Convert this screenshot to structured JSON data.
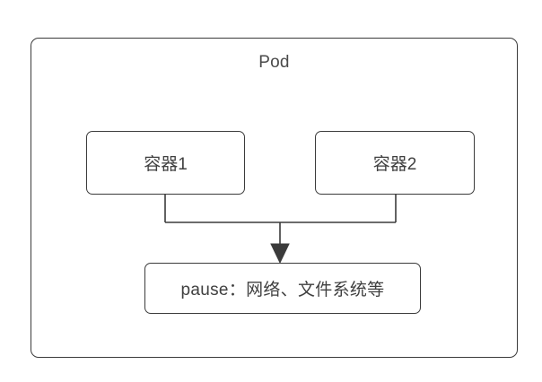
{
  "diagram": {
    "title": "Pod",
    "type": "block-diagram",
    "background_color": "#ffffff",
    "stroke_color": "#3b3b3b",
    "text_color": "#444444",
    "pod": {
      "label": "Pod"
    },
    "nodes": [
      {
        "id": "container1",
        "label": "容器1"
      },
      {
        "id": "container2",
        "label": "容器2"
      },
      {
        "id": "pause",
        "label": "pause：网络、文件系统等"
      }
    ],
    "edges": [
      {
        "from": "container1",
        "to": "pause",
        "style": "orthogonal",
        "arrowhead": "solid-triangle"
      },
      {
        "from": "container2",
        "to": "pause",
        "style": "orthogonal",
        "arrowhead": "solid-triangle"
      }
    ]
  }
}
